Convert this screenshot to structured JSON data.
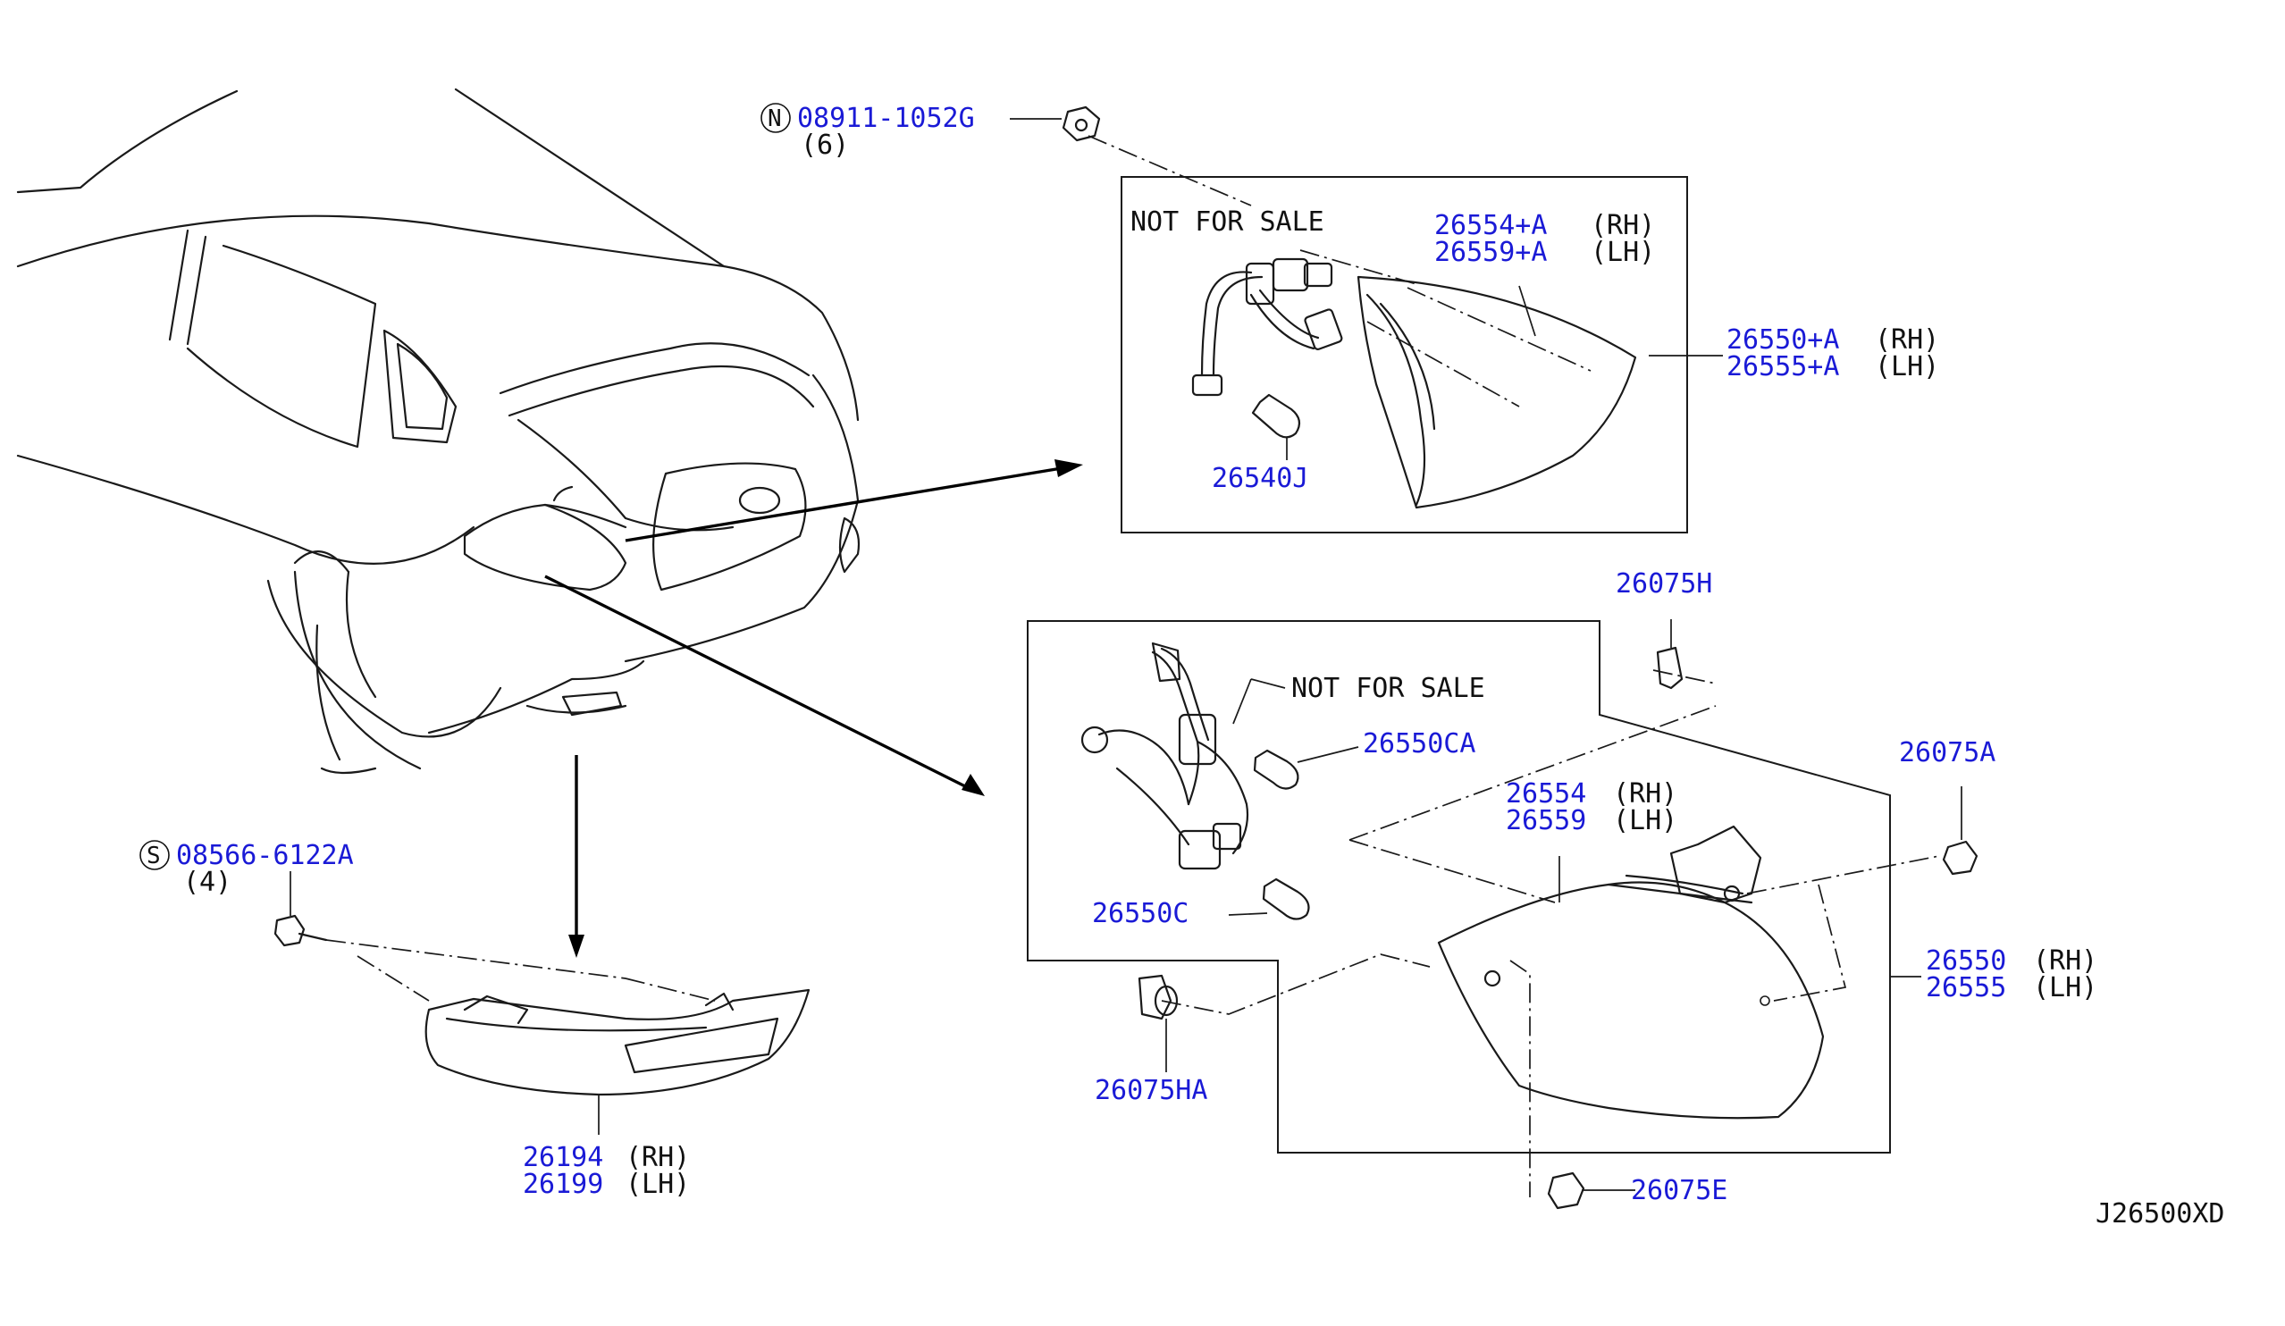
{
  "diagram_code": "J26500XD",
  "not_for_sale": "NOT FOR SALE",
  "fasteners": {
    "nut": {
      "symbol": "N",
      "part_number": "08911-1052G",
      "qty": "(6)"
    },
    "screw": {
      "symbol": "S",
      "part_number": "08566-6122A",
      "qty": "(4)"
    }
  },
  "upper_box": {
    "bulb": "26540J",
    "lamp_rh": "26554+A",
    "lamp_lh": "26559+A",
    "assy_rh": "26550+A",
    "assy_lh": "26555+A"
  },
  "lower_box": {
    "bulb_a": "26550CA",
    "bulb_b": "26550C",
    "lamp_rh": "26554",
    "lamp_lh": "26559",
    "assy_rh": "26550",
    "assy_lh": "26555"
  },
  "clips": {
    "h": "26075H",
    "a": "26075A",
    "ha": "26075HA",
    "e": "26075E"
  },
  "reflector": {
    "rh": "26194",
    "lh": "26199"
  },
  "side": {
    "rh": "(RH)",
    "lh": "(LH)"
  }
}
